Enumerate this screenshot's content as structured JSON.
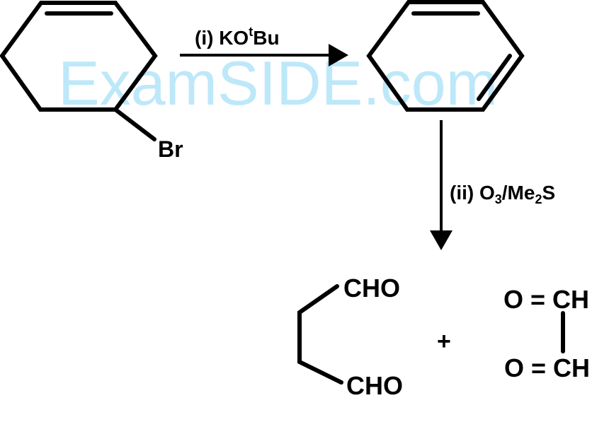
{
  "watermark": "ExamSIDE.com",
  "reactant": {
    "substituent": "Br"
  },
  "step1": {
    "prefix": "(i) KO",
    "sup": "t",
    "suffix": "Bu"
  },
  "step2": {
    "prefix": "(ii) O",
    "sub1": "3",
    "mid": "/Me",
    "sub2": "2",
    "suffix": "S"
  },
  "products": {
    "dialdehyde_top": "CHO",
    "dialdehyde_bottom": "CHO",
    "plus": "+",
    "glyoxal_top": "O = CH",
    "glyoxal_bottom": "O = CH"
  }
}
